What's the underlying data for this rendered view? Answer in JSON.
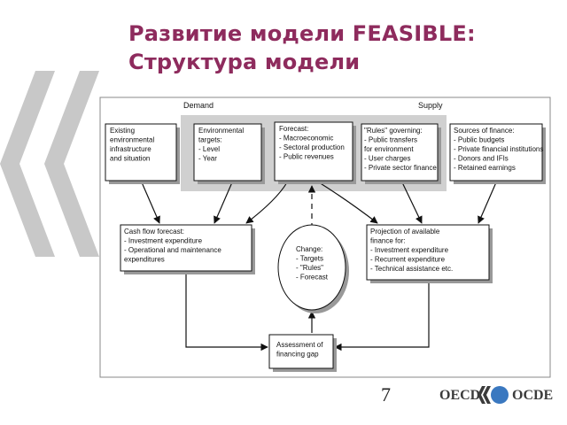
{
  "title": {
    "line1": "Развитие модели FEASIBLE:",
    "line2": "Структура модели"
  },
  "diagram": {
    "demand_label": "Demand",
    "supply_label": "Supply",
    "boxes": {
      "existing": [
        "Existing",
        "environmental",
        "infrastructure",
        "and situation"
      ],
      "targets": [
        "Environmental",
        "targets:",
        "- Level",
        "- Year"
      ],
      "forecast": [
        "Forecast:",
        "- Macroeconomic",
        "- Sectoral production",
        "- Public revenues"
      ],
      "rules": [
        "\"Rules\" governing:",
        "- Public transfers",
        "  for environment",
        "- User charges",
        "- Private sector finance"
      ],
      "sources": [
        "Sources of finance:",
        "- Public budgets",
        "- Private financial institutions",
        "- Donors and IFIs",
        "- Retained earnings"
      ],
      "cashflow": [
        "Cash flow forecast:",
        "- Investment expenditure",
        "- Operational and maintenance",
        "  expenditures"
      ],
      "change": [
        "Change:",
        "- Targets",
        "- \"Rules\"",
        "- Forecast"
      ],
      "projection": [
        "Projection of available",
        "finance for:",
        "- Investment expenditure",
        "- Recurrent expenditure",
        "- Technical assistance etc."
      ],
      "assessment": [
        "Assessment of",
        "financing gap"
      ]
    }
  },
  "page_number": "7",
  "logo": {
    "left": "OECD",
    "right": "OCDE"
  },
  "colors": {
    "title": "#8e2b5d",
    "chevron": "#c8c8c8",
    "logo_blue": "#3a78c0",
    "shade": "#d0d0d0"
  }
}
